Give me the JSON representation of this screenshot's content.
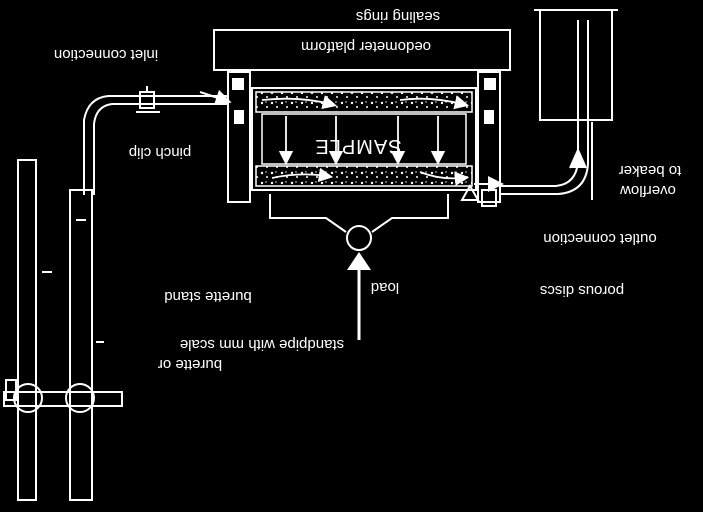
{
  "labels": {
    "sealing_rings": "sealing  rings",
    "oedometer_platform": "oedometer platform",
    "inlet_connection": "inlet connection",
    "pinch_clip": "pinch clip",
    "sample": "SAMPLE",
    "to_beaker": "to beaker",
    "overflow": "overflow",
    "outlet_connection": "outlet connection",
    "load": "load",
    "porous_discs": "porous discs",
    "burette_stand": "burette stand",
    "standpipe": "standpipe with mm scale",
    "burette_or": "burette or"
  },
  "colors": {
    "background": "#000000",
    "ink": "#ffffff"
  }
}
